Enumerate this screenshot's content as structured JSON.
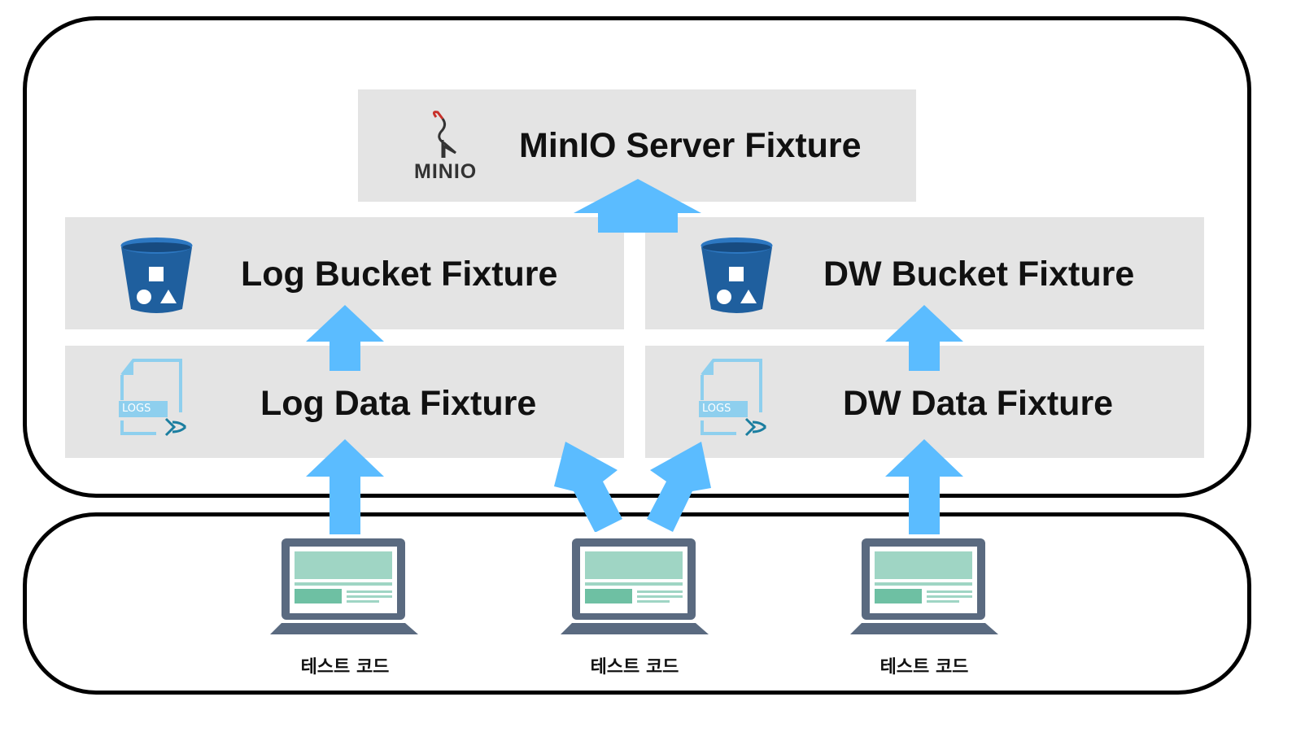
{
  "minio": {
    "label": "MinIO Server Fixture",
    "logo_text": "MINIO",
    "icon": "minio-heron-logo"
  },
  "log_bucket": {
    "label": "Log Bucket Fixture",
    "icon": "bucket-icon"
  },
  "dw_bucket": {
    "label": "DW Bucket Fixture",
    "icon": "bucket-icon"
  },
  "log_data": {
    "label": "Log Data Fixture",
    "icon": "logs-file-icon",
    "icon_text": "LOGS"
  },
  "dw_data": {
    "label": "DW Data Fixture",
    "icon": "logs-file-icon",
    "icon_text": "LOGS"
  },
  "clients": [
    {
      "caption": "테스트 코드",
      "icon": "laptop-icon"
    },
    {
      "caption": "테스트 코드",
      "icon": "laptop-icon"
    },
    {
      "caption": "테스트 코드",
      "icon": "laptop-icon"
    }
  ],
  "colors": {
    "arrow": "#5bbcff",
    "box_fill": "#e4e4e4",
    "bucket": "#1f5f9e",
    "laptop": "#5a6a80",
    "screen": "#9fd5c4"
  }
}
